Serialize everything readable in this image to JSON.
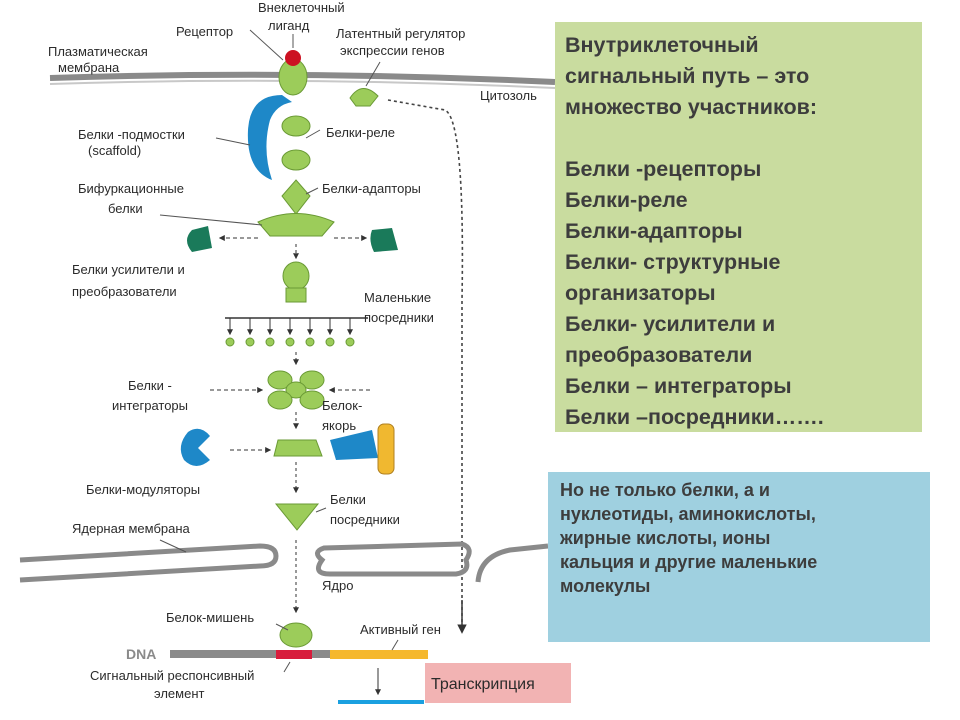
{
  "diagram": {
    "labels": {
      "extracellular_ligand_1": "Внеклеточный",
      "extracellular_ligand_2": "лиганд",
      "receptor": "Рецептор",
      "latent_regulator_1": "Латентный регулятор",
      "latent_regulator_2": "экспрессии генов",
      "plasma_membrane_1": "Плазматическая",
      "plasma_membrane_2": "мембрана",
      "cytosol": "Цитозоль",
      "scaffold_1": "Белки -подмостки",
      "scaffold_2": "(scaffold)",
      "relay": "Белки-реле",
      "bifurcation_1": "Бифуркационные",
      "bifurcation_2": "белки",
      "adaptors": "Белки-адапторы",
      "amplifiers_1": "Белки усилители и",
      "amplifiers_2": "преобразователи",
      "small_mediators_1": "Маленькие",
      "small_mediators_2": "посредники",
      "integrators_1": "Белки -",
      "integrators_2": "интеграторы",
      "anchor_1": "Белок-",
      "anchor_2": "якорь",
      "modulators": "Белки-модуляторы",
      "mediator_proteins_1": "Белки",
      "mediator_proteins_2": "посредники",
      "nuclear_membrane": "Ядерная мембрана",
      "nucleus": "Ядро",
      "target_protein": "Белок-мишень",
      "active_gene": "Активный ген",
      "dna": "DNA",
      "response_element_1": "Сигнальный респонсивный",
      "response_element_2": "элемент",
      "transcription": "Транскрипция"
    }
  },
  "green_box": {
    "lines": [
      "Внутриклеточный",
      "сигнальный путь – это",
      "множество участников:",
      "",
      "Белки -рецепторы",
      "Белки-реле",
      "Белки-адапторы",
      "Белки- структурные",
      "организаторы",
      "Белки- усилители и",
      "преобразователи",
      "Белки – интеграторы",
      "Белки –посредники……."
    ]
  },
  "blue_box": {
    "lines": [
      "Но не только  белки, а и",
      "нуклеотиды, аминокислоты,",
      "жирные кислоты, ионы",
      "кальция и другие маленькие",
      "молекулы"
    ]
  },
  "colors": {
    "green_box": "#c9dc9f",
    "blue_box": "#9fd0e0",
    "protein": "#9ccc5a",
    "scaffold": "#1e88c8",
    "ligand": "#cc1122",
    "transcription_box": "#f2b3b3",
    "dna_response_element": "#d81c3c",
    "dna_active_gene": "#f5b82e"
  }
}
